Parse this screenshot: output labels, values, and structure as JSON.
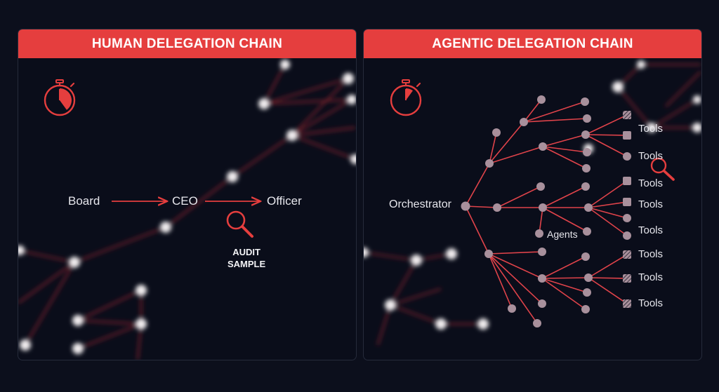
{
  "left_panel": {
    "title": "HUMAN DELEGATION CHAIN",
    "chain": [
      "Board",
      "CEO",
      "Officer"
    ],
    "audit_line1": "AUDIT",
    "audit_line2": "SAMPLE",
    "stopwatch_fill": 0.4
  },
  "right_panel": {
    "title": "AGENTIC DELEGATION CHAIN",
    "root_label": "Orchestrator",
    "agents_label": "Agents",
    "tools_label": "Tools",
    "stopwatch_fill": 0.1
  },
  "colors": {
    "accent": "#e53e3e",
    "background": "#0c0f1c",
    "node": "#a8909c",
    "text": "#e6e6ec"
  },
  "icons": [
    "stopwatch-icon",
    "magnifier-icon",
    "tool-square-icon"
  ]
}
